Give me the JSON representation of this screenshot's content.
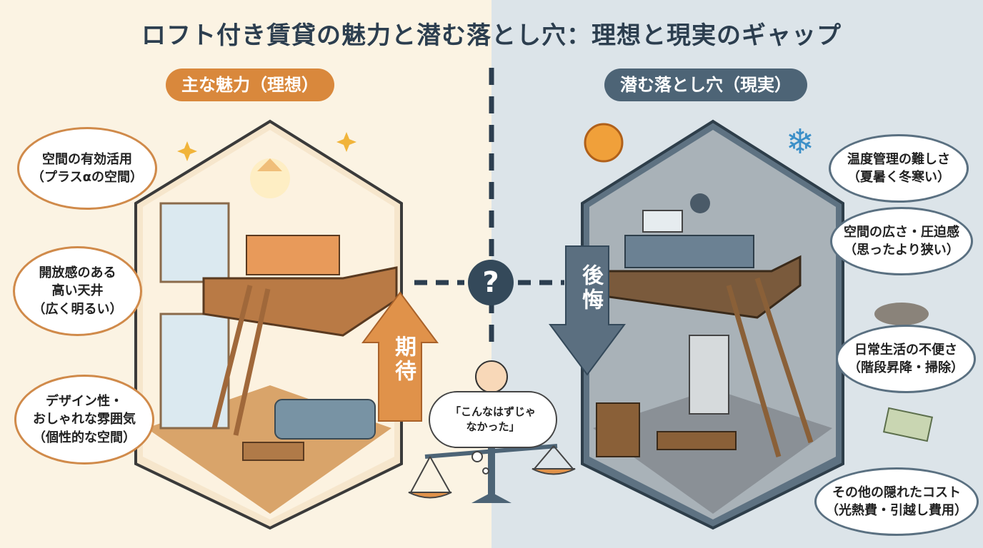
{
  "title": "ロフト付き賃貸の魅力と潜む落とし穴：理想と現実のギャップ",
  "left": {
    "heading": "主な魅力（理想）",
    "bubbles": [
      {
        "line1": "空間の有効活用",
        "line2": "（プラスαの空間）"
      },
      {
        "line1": "開放感のある",
        "line2": "高い天井",
        "line3": "（広く明るい）"
      },
      {
        "line1": "デザイン性・",
        "line2": "おしゃれな雰囲気",
        "line3": "（個性的な空間）"
      }
    ],
    "arrow_label": "期待",
    "color": "#d9883c"
  },
  "right": {
    "heading": "潜む落とし穴（現実）",
    "bubbles": [
      {
        "line1": "温度管理の難しさ",
        "line2": "（夏暑く冬寒い）"
      },
      {
        "line1": "空間の広さ・圧迫感",
        "line2": "（思ったより狭い）"
      },
      {
        "line1": "日常生活の不便さ",
        "line2": "（階段昇降・掃除）"
      },
      {
        "line1": "その他の隠れたコスト",
        "line2": "（光熱費・引越し費用）"
      }
    ],
    "arrow_label": "後悔",
    "color": "#4d6476"
  },
  "center": {
    "question": "?",
    "thought_line1": "「こんなはずじゃ",
    "thought_line2": "なかった」"
  }
}
